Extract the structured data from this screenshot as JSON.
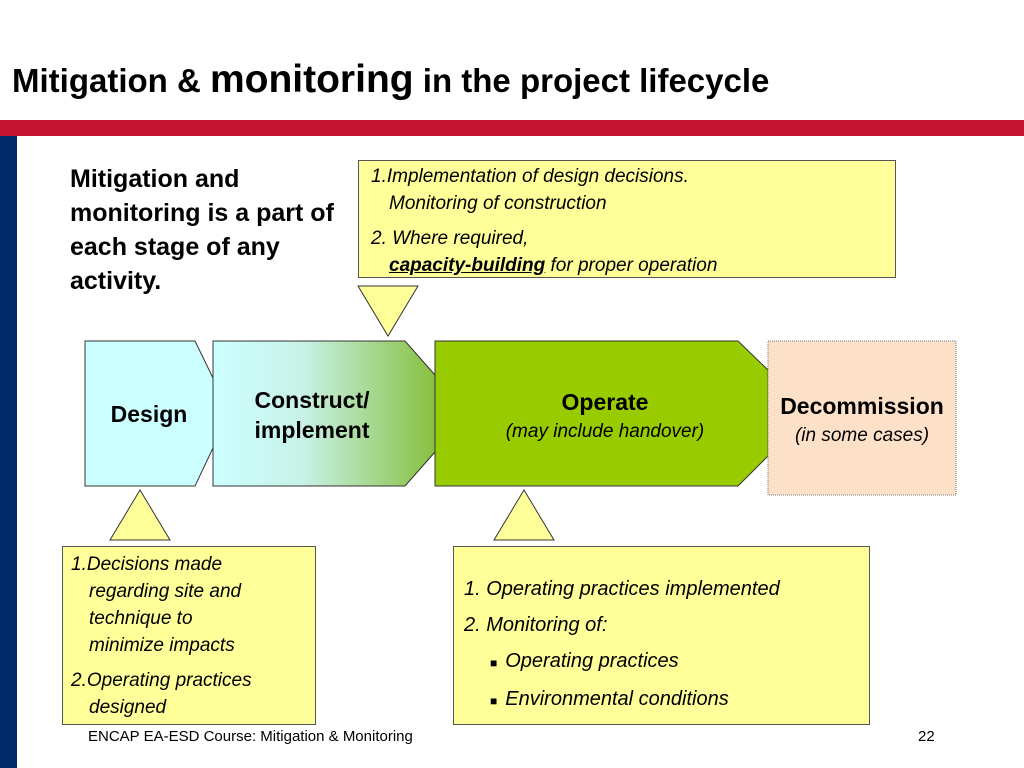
{
  "title": {
    "part1": "Mitigation & ",
    "part2": "monitoring",
    "part3": " in the project lifecycle"
  },
  "intro": "Mitigation and monitoring is a part of each stage of any activity.",
  "stages": [
    {
      "label": "Design"
    },
    {
      "label": "Construct/",
      "label2": "implement"
    },
    {
      "label": "Operate",
      "sub": "(may include handover)"
    },
    {
      "label": "Decommission",
      "sub": "(in some cases)"
    }
  ],
  "callout_top": {
    "l1": "1.Implementation of design decisions.",
    "l2": "Monitoring of construction",
    "l3": "2. Where required,",
    "l4_bold": "capacity-building",
    "l4_rest": " for proper operation"
  },
  "callout_design": {
    "l1": "1.Decisions made",
    "l2": "regarding site and",
    "l3": "technique to",
    "l4": "minimize impacts",
    "l5": "2.Operating practices",
    "l6": "designed"
  },
  "callout_operate": {
    "l1": "1. Operating practices implemented",
    "l2": "2. Monitoring of:",
    "b1": "Operating practices",
    "b2": "Environmental conditions"
  },
  "footer": "ENCAP EA-ESD Course: Mitigation & Monitoring",
  "page_number": "22",
  "colors": {
    "red": "#c41230",
    "blue": "#002a6c",
    "design": "#ccffff",
    "operate": "#99cc00",
    "decommission": "#fde0c8",
    "callout": "#ffff99"
  }
}
